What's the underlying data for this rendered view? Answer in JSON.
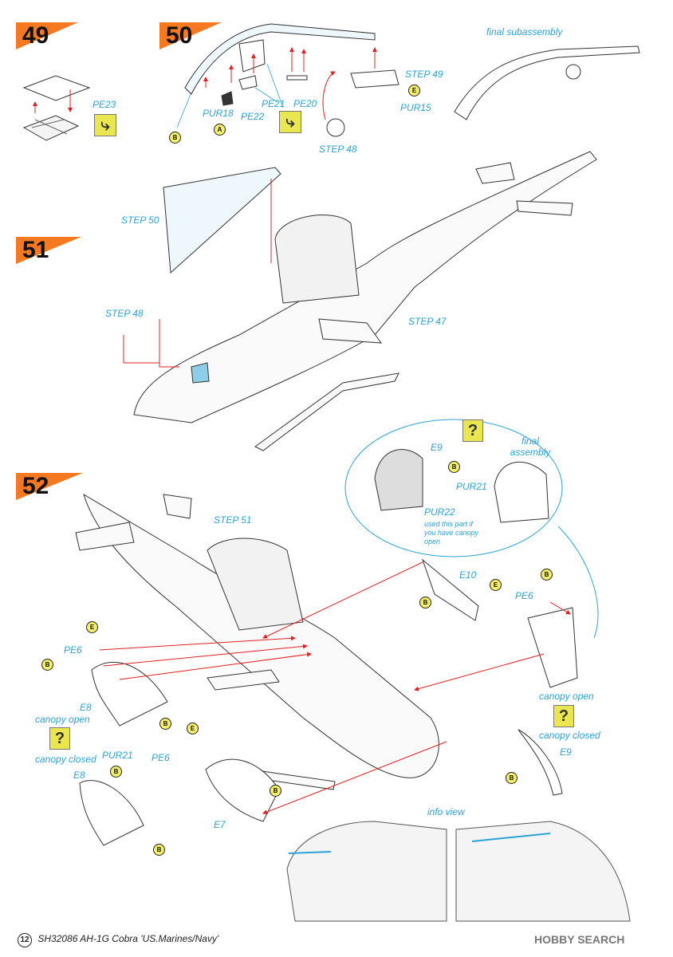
{
  "steps": [
    {
      "number": "49"
    },
    {
      "number": "50"
    },
    {
      "number": "51"
    },
    {
      "number": "52"
    }
  ],
  "labels": {
    "final_subassembly": "final subassembly",
    "pe23": "PE23",
    "step49": "STEP 49",
    "pur15": "PUR15",
    "pur18": "PUR18",
    "pe21": "PE21",
    "pe20": "PE20",
    "pe22": "PE22",
    "step48_a": "STEP 48",
    "step50": "STEP 50",
    "step48_b": "STEP 48",
    "step47": "STEP 47",
    "step51": "STEP 51",
    "e9_top": "E9",
    "pur21_top": "PUR21",
    "pur22": "PUR22",
    "used_note": "used this part if you have canopy open",
    "final_assembly": "final assembly",
    "e10": "E10",
    "pe6_right": "PE6",
    "pe6_left": "PE6",
    "e8_left": "E8",
    "canopy_open_left": "canopy open",
    "canopy_closed_left": "canopy closed",
    "pur21_left": "PUR21",
    "pe6_mid": "PE6",
    "e8_bottom": "E8",
    "e7": "E7",
    "canopy_open_right": "canopy open",
    "canopy_closed_right": "canopy closed",
    "e9_right": "E9",
    "info_view": "info view"
  },
  "circle_letters": {
    "b": "B",
    "e": "E",
    "a": "A"
  },
  "question_mark": "?",
  "footer": {
    "page": "12",
    "title": "SH32086 AH-1G Cobra 'US.Marines/Navy'",
    "watermark": "HOBBY SEARCH"
  },
  "colors": {
    "callout": "#2aa3d6",
    "badge": "#f47920",
    "arrow": "#e02020",
    "part_yellow": "#e9e64f"
  }
}
